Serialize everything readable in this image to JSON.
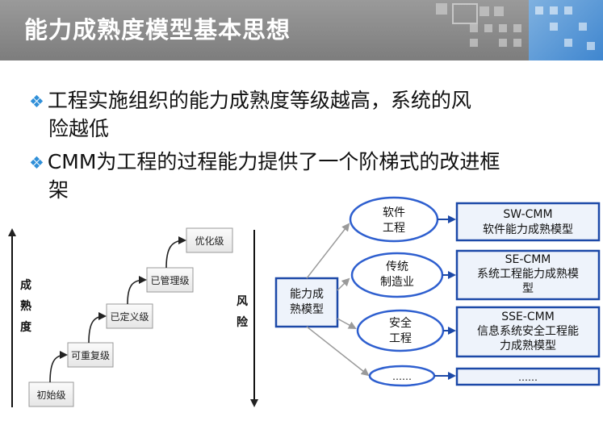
{
  "header": {
    "title": "能力成熟度模型基本思想"
  },
  "bullets": [
    {
      "line1": "工程实施组织的能力成熟度等级越高，系统的风",
      "line2": "险越低"
    },
    {
      "line1": "CMM为工程的过程能力提供了一个阶梯式的改进框",
      "line2": "架"
    }
  ],
  "staircase": {
    "left_axis_label": [
      "成",
      "熟",
      "度"
    ],
    "right_axis_label": [
      "风",
      "险"
    ],
    "levels": [
      "初始级",
      "可重复级",
      "已定义级",
      "已管理级",
      "优化级"
    ]
  },
  "tree": {
    "root": [
      "能力成",
      "熟模型"
    ],
    "branches": [
      {
        "oval": [
          "软件",
          "工程"
        ],
        "box": [
          "SW-CMM",
          "软件能力成熟模型"
        ]
      },
      {
        "oval": [
          "传统",
          "制造业"
        ],
        "box": [
          "SE-CMM",
          "系统工程能力成熟模",
          "型"
        ]
      },
      {
        "oval": [
          "安全",
          "工程"
        ],
        "box": [
          "SSE-CMM",
          "信息系统安全工程能",
          "力成熟模型"
        ]
      },
      {
        "oval": [
          "……"
        ],
        "box": [
          "……"
        ]
      }
    ]
  },
  "colors": {
    "accent_blue": "#2e6fd0",
    "box_fill": "#eef3fb",
    "oval_fill": "#ffffff",
    "bullet_diamond": "#2f8fd8"
  }
}
